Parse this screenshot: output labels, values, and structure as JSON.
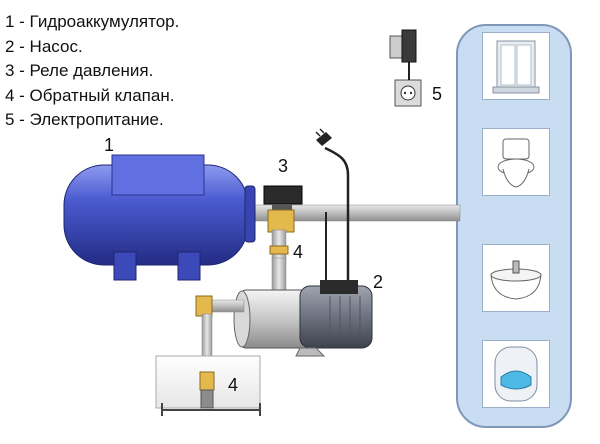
{
  "legend": [
    "1 - Гидроаккумулятор.",
    "2 - Насос.",
    "3 - Реле давления.",
    "4 - Обратный клапан.",
    "5 - Электропитание."
  ],
  "callouts": {
    "accumulator": "1",
    "pump": "2",
    "pressure_relay": "3",
    "check_valve_upper": "4",
    "check_valve_lower": "4",
    "power": "5"
  },
  "colors": {
    "tank": "#4a5bd0",
    "pipe": "#c9c9c9",
    "panel": "#c9ddf2",
    "brass": "#e3b84c",
    "motor": "#7a7f8c"
  },
  "fixtures": [
    "shower-cabin-icon",
    "toilet-icon",
    "sink-icon",
    "water-heater-icon"
  ]
}
